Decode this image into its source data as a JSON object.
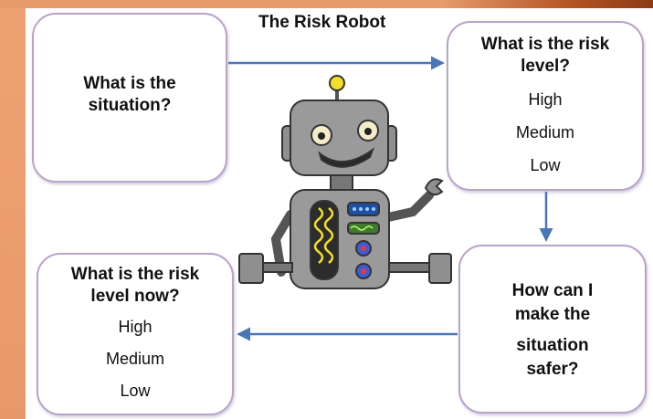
{
  "diagram": {
    "title": "The Risk Robot",
    "boxes": {
      "situation": {
        "line1": "What is the",
        "line2": "situation?"
      },
      "risk_level": {
        "line1": "What is the risk",
        "line2": "level?",
        "options": [
          "High",
          "Medium",
          "Low"
        ]
      },
      "make_safer": {
        "line1": "How can I",
        "line2": "make the",
        "line3": "situation",
        "line4": "safer?"
      },
      "risk_level_now": {
        "line1": "What is the risk",
        "line2": "level now?",
        "options": [
          "High",
          "Medium",
          "Low"
        ]
      }
    }
  },
  "colors": {
    "frame": "#e8996a",
    "box_border": "#b9a3c9",
    "arrow": "#4a76b8",
    "robot_body": "#8a8a8a",
    "robot_antenna": "#f3df27"
  }
}
